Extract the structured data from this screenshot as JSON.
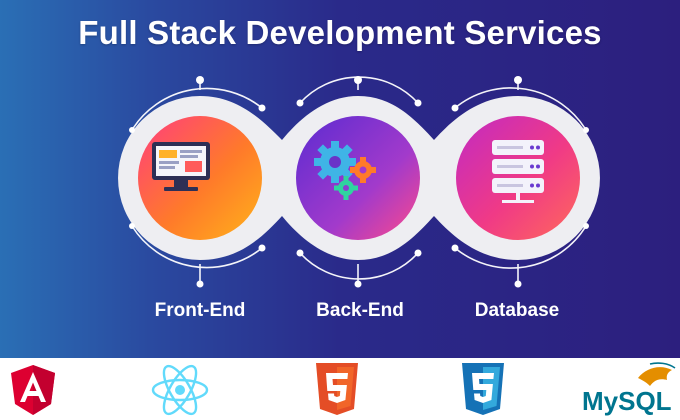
{
  "title": "Full Stack Development Services",
  "services": [
    {
      "label": "Front-End",
      "icon": "monitor-icon"
    },
    {
      "label": "Back-End",
      "icon": "gears-icon"
    },
    {
      "label": "Database",
      "icon": "server-icon"
    }
  ],
  "logos": [
    {
      "icon": "angular-logo-icon"
    },
    {
      "icon": "react-logo-icon"
    },
    {
      "icon": "html5-logo-icon"
    },
    {
      "icon": "css3-logo-icon"
    },
    {
      "name": "MySQL",
      "icon": "mysql-logo-icon"
    }
  ],
  "colors": {
    "frontend": "#ff8a1a",
    "backend": "#8a3fd0",
    "database": "#e23a8a",
    "angular": "#dd0031",
    "react": "#61dafb",
    "html5": "#e44d26",
    "css3": "#1572b6",
    "mysql": "#00758f"
  }
}
